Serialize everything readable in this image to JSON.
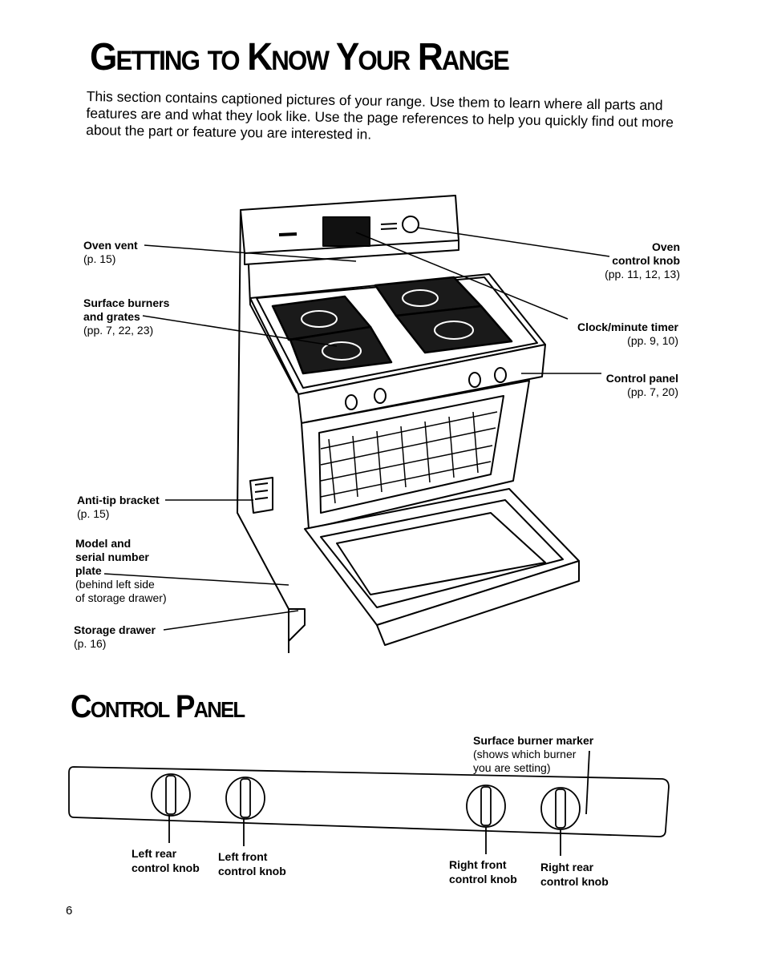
{
  "page": {
    "title": "Getting to Know Your Range",
    "intro": "This section contains captioned pictures of your range. Use them to learn where all parts and features are and what they look like. Use the page references to help you quickly find out more about the part or feature you are interested in.",
    "page_number": "6"
  },
  "range_labels": {
    "oven_vent": {
      "name": "Oven vent",
      "ref": "(p. 15)"
    },
    "surface_burners": {
      "name1": "Surface burners",
      "name2": "and grates",
      "ref": "(pp. 7, 22, 23)"
    },
    "oven_control": {
      "name1": "Oven",
      "name2": "control knob",
      "ref": "(pp. 11, 12, 13)"
    },
    "clock_timer": {
      "name": "Clock/minute timer",
      "ref": "(pp. 9, 10)"
    },
    "control_panel": {
      "name": "Control panel",
      "ref": "(pp. 7, 20)"
    },
    "anti_tip": {
      "name": "Anti-tip bracket",
      "ref": "(p. 15)"
    },
    "model_plate": {
      "name1": "Model and",
      "name2": "serial number",
      "name3": "plate",
      "note1": "(behind left side",
      "note2": "of storage drawer)"
    },
    "storage_drawer": {
      "name": "Storage drawer",
      "ref": "(p. 16)"
    }
  },
  "control_panel": {
    "title": "Control Panel",
    "marker": {
      "name": "Surface burner marker",
      "note1": "(shows which burner",
      "note2": "you are setting)"
    },
    "knobs": [
      {
        "line1": "Left rear",
        "line2": "control knob"
      },
      {
        "line1": "Left front",
        "line2": "control knob"
      },
      {
        "line1": "Right front",
        "line2": "control knob"
      },
      {
        "line1": "Right rear",
        "line2": "control knob"
      }
    ]
  }
}
